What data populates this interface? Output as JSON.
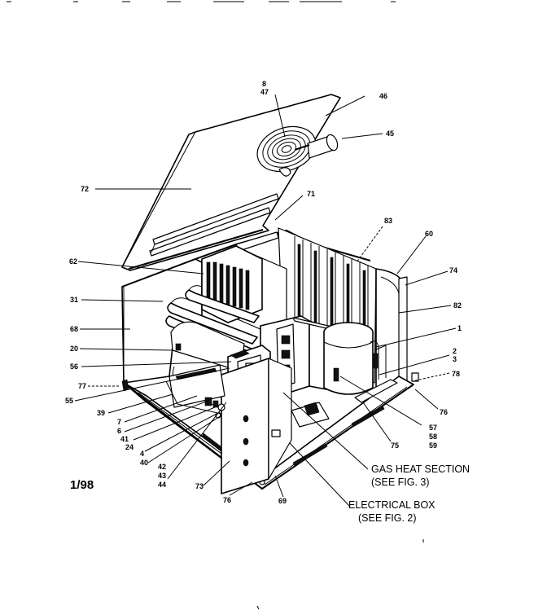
{
  "diagram": {
    "date_code": "1/98",
    "callouts": [
      {
        "id": "c-8",
        "text": "8"
      },
      {
        "id": "c-47",
        "text": "47"
      },
      {
        "id": "c-46",
        "text": "46"
      },
      {
        "id": "c-45",
        "text": "45"
      },
      {
        "id": "c-72",
        "text": "72"
      },
      {
        "id": "c-71",
        "text": "71"
      },
      {
        "id": "c-83",
        "text": "83"
      },
      {
        "id": "c-60",
        "text": "60"
      },
      {
        "id": "c-62",
        "text": "62"
      },
      {
        "id": "c-74",
        "text": "74"
      },
      {
        "id": "c-31",
        "text": "31"
      },
      {
        "id": "c-82",
        "text": "82"
      },
      {
        "id": "c-68",
        "text": "68"
      },
      {
        "id": "c-1",
        "text": "1"
      },
      {
        "id": "c-20",
        "text": "20"
      },
      {
        "id": "c-2",
        "text": "2"
      },
      {
        "id": "c-3",
        "text": "3"
      },
      {
        "id": "c-56",
        "text": "56"
      },
      {
        "id": "c-78",
        "text": "78"
      },
      {
        "id": "c-77",
        "text": "77"
      },
      {
        "id": "c-55",
        "text": "55"
      },
      {
        "id": "c-76a",
        "text": "76"
      },
      {
        "id": "c-39",
        "text": "39"
      },
      {
        "id": "c-7",
        "text": "7"
      },
      {
        "id": "c-6",
        "text": "6"
      },
      {
        "id": "c-41",
        "text": "41"
      },
      {
        "id": "c-24",
        "text": "24"
      },
      {
        "id": "c-4",
        "text": "4"
      },
      {
        "id": "c-57",
        "text": "57"
      },
      {
        "id": "c-58",
        "text": "58"
      },
      {
        "id": "c-59",
        "text": "59"
      },
      {
        "id": "c-75",
        "text": "75"
      },
      {
        "id": "c-40",
        "text": "40"
      },
      {
        "id": "c-42",
        "text": "42"
      },
      {
        "id": "c-43",
        "text": "43"
      },
      {
        "id": "c-44",
        "text": "44"
      },
      {
        "id": "c-73",
        "text": "73"
      },
      {
        "id": "c-76b",
        "text": "76"
      },
      {
        "id": "c-69",
        "text": "69"
      }
    ],
    "section_labels": {
      "gas_heat_line1": "GAS HEAT SECTION",
      "gas_heat_line2": "(SEE FIG. 3)",
      "electrical_line1": "ELECTRICAL BOX",
      "electrical_line2": "(SEE FIG. 2)"
    }
  }
}
